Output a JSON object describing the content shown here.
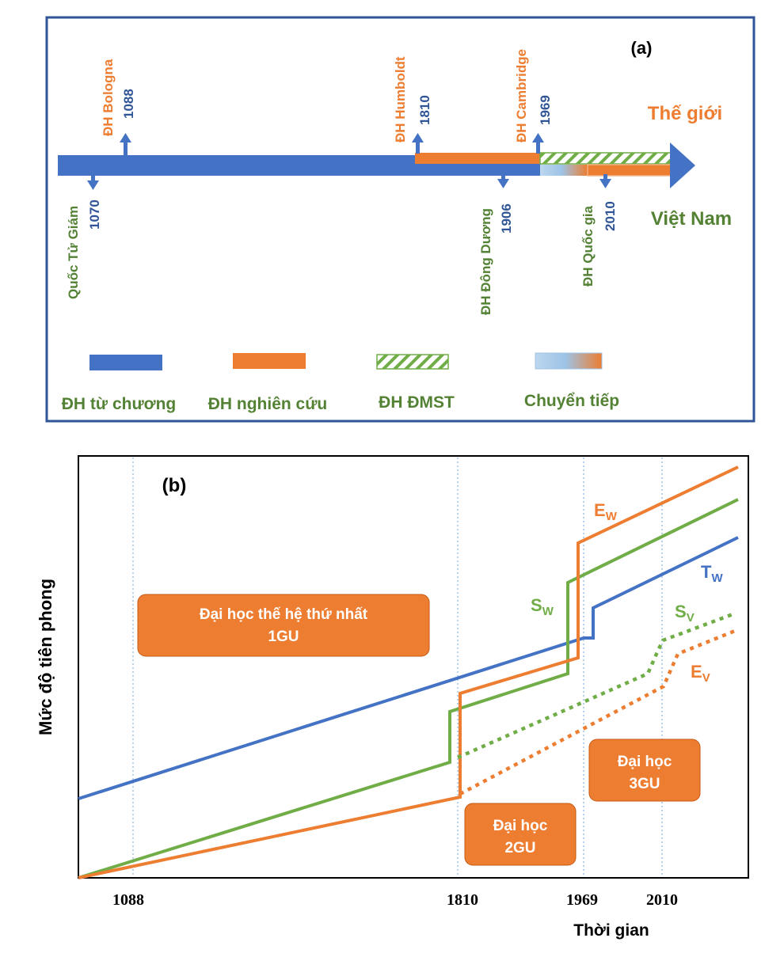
{
  "panel_a": {
    "label": "(a)",
    "world_label": "Thế giới",
    "vietnam_label": "Việt Nam",
    "events_world": [
      {
        "name": "ĐH Bologna",
        "year": "1088"
      },
      {
        "name": "ĐH Humboldt",
        "year": "1810"
      },
      {
        "name": "ĐH Cambridge",
        "year": "1969"
      }
    ],
    "events_vietnam": [
      {
        "name": "Quốc Tử Giám",
        "year": "1070"
      },
      {
        "name": "ĐH Đông Dương",
        "year": "1906"
      },
      {
        "name": "ĐH Quốc gia",
        "year": "2010"
      }
    ],
    "legend": [
      {
        "label": "ĐH từ chương",
        "style": "solid",
        "color": "#4472C4"
      },
      {
        "label": "ĐH nghiên cứu",
        "style": "solid",
        "color": "#ED7D31"
      },
      {
        "label": "ĐH ĐMST",
        "style": "hatch",
        "color": "#70AD47"
      },
      {
        "label": "Chuyển tiếp",
        "style": "gradient",
        "color": "#ED7D31"
      }
    ]
  },
  "panel_b": {
    "label": "(b)",
    "ylabel": "Mức độ tiên phong",
    "xlabel": "Thời gian",
    "xticks": [
      "1088",
      "1810",
      "1969",
      "2010"
    ],
    "boxes": [
      {
        "line1": "Đại học thế hệ thứ nhất",
        "line2": "1GU"
      },
      {
        "line1": "Đại học",
        "line2": "2GU"
      },
      {
        "line1": "Đại học",
        "line2": "3GU"
      }
    ],
    "series": [
      {
        "main": "E",
        "sub": "W",
        "color": "#ED7D31"
      },
      {
        "main": "S",
        "sub": "W",
        "color": "#70AD47"
      },
      {
        "main": "T",
        "sub": "W",
        "color": "#4472C4"
      },
      {
        "main": "S",
        "sub": "V",
        "color": "#70AD47"
      },
      {
        "main": "E",
        "sub": "V",
        "color": "#ED7D31"
      }
    ]
  },
  "colors": {
    "blue": "#4472C4",
    "orange": "#ED7D31",
    "green": "#70AD47",
    "frame_blue": "#2F5597",
    "year_blue": "#2F5597",
    "text_green": "#548235"
  }
}
